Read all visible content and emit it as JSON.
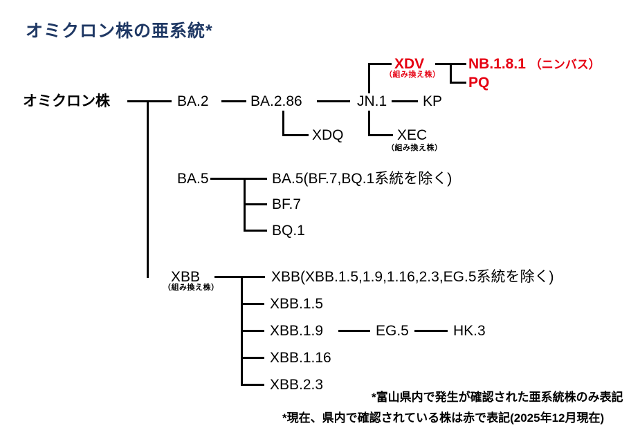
{
  "slide": {
    "title": "オミクロン株の亜系統*",
    "footnotes": [
      "*富山県内で発生が確認された亜系統株のみ表記",
      "*現在、県内で確認されている株は赤で表記(2025年12月現在)"
    ]
  },
  "colors": {
    "title": "#1f3864",
    "highlight": "#e60012",
    "line": "#000000",
    "text": "#000000",
    "background": "#ffffff"
  },
  "tree": {
    "root": "オミクロン株",
    "recombinant_note": "（組み換え株）",
    "nimbus_alias": "（ニンバス）",
    "nodes": {
      "ba2": "BA.2",
      "ba286": "BA.2.86",
      "jn1": "JN.1",
      "kp": "KP",
      "xdv": "XDV",
      "nb181": "NB.1.8.1",
      "pq": "PQ",
      "xdq": "XDQ",
      "xec": "XEC",
      "ba5": "BA.5",
      "ba5_excl": "BA.5(BF.7,BQ.1系統を除く)",
      "bf7": "BF.7",
      "bq1": "BQ.1",
      "xbb": "XBB",
      "xbb_excl": "XBB(XBB.1.5,1.9,1.16,2.3,EG.5系統を除く)",
      "xbb15": "XBB.1.5",
      "xbb19": "XBB.1.9",
      "eg5": "EG.5",
      "hk3": "HK.3",
      "xbb116": "XBB.1.16",
      "xbb23": "XBB.2.3"
    },
    "highlighted_nodes": [
      "XDV",
      "NB.1.8.1",
      "PQ"
    ]
  }
}
